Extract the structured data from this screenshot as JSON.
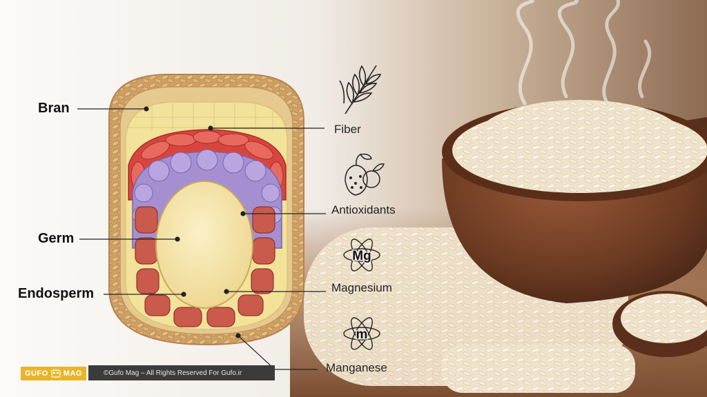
{
  "labels_left": {
    "bran": "Bran",
    "germ": "Germ",
    "endosperm": "Endosperm"
  },
  "nutrients": {
    "fiber": "Fiber",
    "antioxidants": "Antioxidants",
    "magnesium": "Magnesium",
    "manganese": "Manganese"
  },
  "icons": {
    "fiber": "wheat-icon",
    "antioxidants": "berries-icon",
    "magnesium": "atom-icon",
    "manganese": "atom-icon",
    "magnesium_symbol": "Mg",
    "manganese_symbol": "m"
  },
  "footer": {
    "brand_left": "GUFO",
    "brand_right": "MAG",
    "copyright": "©Gufo Mag – All Rights Reserved For Gufo.ir"
  },
  "colors": {
    "bran_outer": "#d9b27a",
    "aleurone_yellow": "#f2e29a",
    "red_layer": "#d8453f",
    "purple_layer": "#a58fd1",
    "endosperm_core": "#f6e4a6",
    "germ_red_cells": "#c95a4c",
    "bowl": "#6b3a22",
    "wood": "#8a5a3a"
  }
}
